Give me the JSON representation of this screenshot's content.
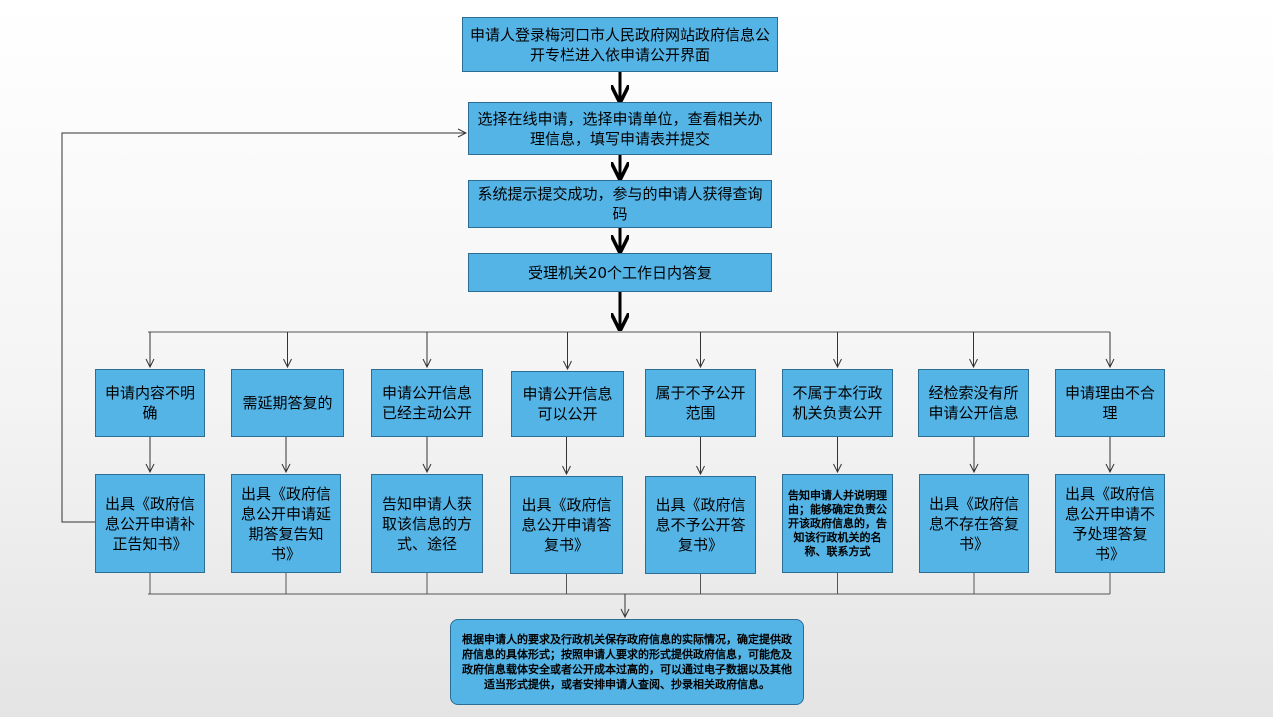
{
  "steps": {
    "login": "申请人登录梅河口市人民政府网站政府信息公开专栏进入依申请公开界面",
    "select": "选择在线申请，选择申请单位，查看相关办理信息，填写申请表并提交",
    "confirm": "系统提示提交成功，参与的申请人获得查询码",
    "reply": "受理机关20个工作日内答复"
  },
  "branches": [
    {
      "condition": "申请内容不明确",
      "result": "出具《政府信息公开申请补正告知书》"
    },
    {
      "condition": "需延期答复的",
      "result": "出具《政府信息公开申请延期答复告知书》"
    },
    {
      "condition": "申请公开信息已经主动公开",
      "result": "告知申请人获取该信息的方式、途径"
    },
    {
      "condition": "申请公开信息可以公开",
      "result": "出具《政府信息公开申请答复书》"
    },
    {
      "condition": "属于不予公开范围",
      "result": "出具《政府信息不予公开答复书》"
    },
    {
      "condition": "不属于本行政机关负责公开",
      "result": "告知申请人并说明理由；能够确定负责公开该政府信息的，告知该行政机关的名称、联系方式"
    },
    {
      "condition": "经检索没有所申请公开信息",
      "result": "出具《政府信息不存在答复书》"
    },
    {
      "condition": "申请理由不合理",
      "result": "出具《政府信息公开申请不予处理答复书》"
    }
  ],
  "final_note": "根据申请人的要求及行政机关保存政府信息的实际情况，确定提供政府信息的具体形式；按照申请人要求的形式提供政府信息，可能危及政府信息载体安全或者公开成本过高的，可以通过电子数据以及其他适当形式提供，或者安排申请人查阅、抄录相关政府信息。"
}
